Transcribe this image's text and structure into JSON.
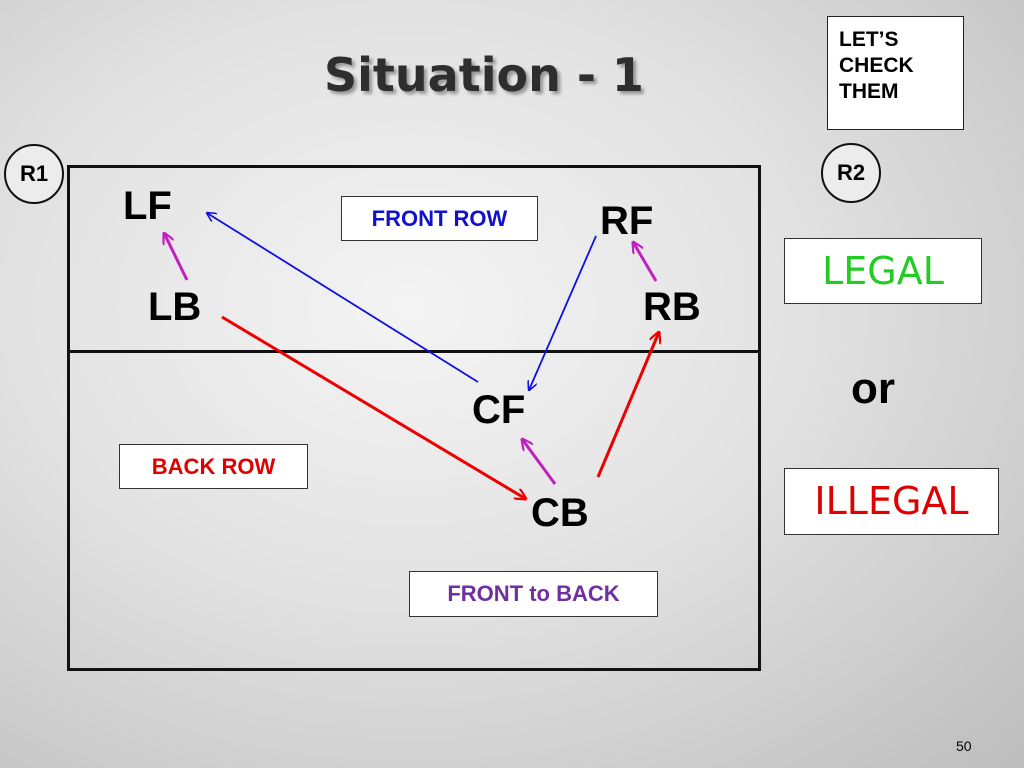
{
  "slide": {
    "title": "Situation - 1",
    "page_number": "50"
  },
  "check_box": {
    "lines": [
      "LET’S",
      "CHECK",
      "THEM"
    ]
  },
  "referees": {
    "r1": "R1",
    "r2": "R2"
  },
  "positions": {
    "lf": "LF",
    "rf": "RF",
    "lb": "LB",
    "rb": "RB",
    "cf": "CF",
    "cb": "CB"
  },
  "labels": {
    "front_row": "FRONT ROW",
    "back_row": "BACK ROW",
    "front_to_back": "FRONT to BACK"
  },
  "verdicts": {
    "legal": "LEGAL",
    "or": "or",
    "illegal": "ILLEGAL"
  },
  "colors": {
    "front_row_text": "#1010d0",
    "back_row_text": "#e00000",
    "front_to_back_text": "#7030a0",
    "legal_text": "#22cc22",
    "illegal_text": "#e00000",
    "blue_arrow": "#1010e0",
    "red_arrow": "#ee0000",
    "magenta_arrow": "#c020c0"
  }
}
